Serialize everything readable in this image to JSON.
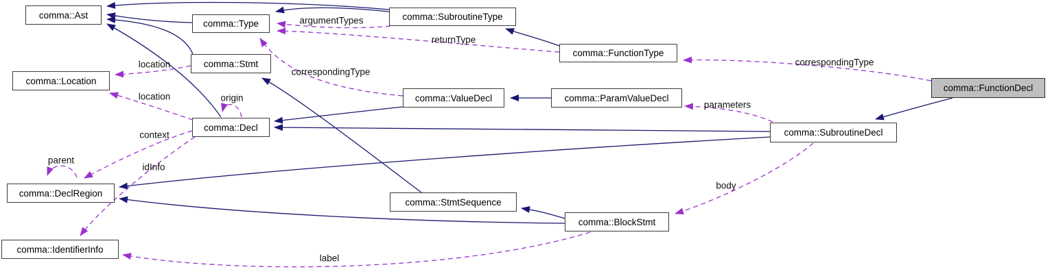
{
  "diagram": {
    "kind": "doxygen-collaboration-graph",
    "focus_node": "comma::FunctionDecl",
    "colors": {
      "inheritance_edge": "#191970",
      "usage_edge": "#9a32cd",
      "node_fill": "#ffffff",
      "focus_node_fill": "#bfbfbf",
      "node_border": "#3a3a3a",
      "text": "#000000"
    },
    "nodes": [
      {
        "id": "ast",
        "label": "comma::Ast"
      },
      {
        "id": "location",
        "label": "comma::Location"
      },
      {
        "id": "type",
        "label": "comma::Type"
      },
      {
        "id": "stmt",
        "label": "comma::Stmt"
      },
      {
        "id": "decl",
        "label": "comma::Decl"
      },
      {
        "id": "subroutine-type",
        "label": "comma::SubroutineType"
      },
      {
        "id": "function-type",
        "label": "comma::FunctionType"
      },
      {
        "id": "value-decl",
        "label": "comma::ValueDecl"
      },
      {
        "id": "param-value-decl",
        "label": "comma::ParamValueDecl"
      },
      {
        "id": "function-decl",
        "label": "comma::FunctionDecl",
        "highlighted": true
      },
      {
        "id": "subroutine-decl",
        "label": "comma::SubroutineDecl"
      },
      {
        "id": "decl-region",
        "label": "comma::DeclRegion"
      },
      {
        "id": "stmt-sequence",
        "label": "comma::StmtSequence"
      },
      {
        "id": "block-stmt",
        "label": "comma::BlockStmt"
      },
      {
        "id": "identifier-info",
        "label": "comma::IdentifierInfo"
      }
    ],
    "edges": [
      {
        "from": "comma::Type",
        "to": "comma::Ast",
        "type": "inheritance"
      },
      {
        "from": "comma::Stmt",
        "to": "comma::Ast",
        "type": "inheritance"
      },
      {
        "from": "comma::Decl",
        "to": "comma::Ast",
        "type": "inheritance"
      },
      {
        "from": "comma::SubroutineType",
        "to": "comma::Ast",
        "type": "inheritance"
      },
      {
        "from": "comma::SubroutineType",
        "to": "comma::Type",
        "type": "inheritance"
      },
      {
        "from": "comma::FunctionType",
        "to": "comma::SubroutineType",
        "type": "inheritance"
      },
      {
        "from": "comma::ParamValueDecl",
        "to": "comma::ValueDecl",
        "type": "inheritance"
      },
      {
        "from": "comma::ValueDecl",
        "to": "comma::Decl",
        "type": "inheritance"
      },
      {
        "from": "comma::SubroutineDecl",
        "to": "comma::Decl",
        "type": "inheritance"
      },
      {
        "from": "comma::SubroutineDecl",
        "to": "comma::DeclRegion",
        "type": "inheritance"
      },
      {
        "from": "comma::StmtSequence",
        "to": "comma::Stmt",
        "type": "inheritance"
      },
      {
        "from": "comma::BlockStmt",
        "to": "comma::StmtSequence",
        "type": "inheritance"
      },
      {
        "from": "comma::BlockStmt",
        "to": "comma::DeclRegion",
        "type": "inheritance"
      },
      {
        "from": "comma::FunctionDecl",
        "to": "comma::SubroutineDecl",
        "type": "inheritance"
      },
      {
        "from": "comma::Stmt",
        "to": "comma::Location",
        "type": "usage",
        "label": "location"
      },
      {
        "from": "comma::Decl",
        "to": "comma::Location",
        "type": "usage",
        "label": "location"
      },
      {
        "from": "comma::Decl",
        "to": "comma::Decl",
        "type": "usage",
        "label": "origin"
      },
      {
        "from": "comma::Decl",
        "to": "comma::DeclRegion",
        "type": "usage",
        "label": "context"
      },
      {
        "from": "comma::DeclRegion",
        "to": "comma::DeclRegion",
        "type": "usage",
        "label": "parent"
      },
      {
        "from": "comma::Decl",
        "to": "comma::IdentifierInfo",
        "type": "usage",
        "label": "idInfo"
      },
      {
        "from": "comma::ValueDecl",
        "to": "comma::Type",
        "type": "usage",
        "label": "correspondingType"
      },
      {
        "from": "comma::SubroutineType",
        "to": "comma::Type",
        "type": "usage",
        "label": "argumentTypes"
      },
      {
        "from": "comma::FunctionType",
        "to": "comma::Type",
        "type": "usage",
        "label": "returnType"
      },
      {
        "from": "comma::FunctionDecl",
        "to": "comma::FunctionType",
        "type": "usage",
        "label": "correspondingType"
      },
      {
        "from": "comma::SubroutineDecl",
        "to": "comma::ParamValueDecl",
        "type": "usage",
        "label": "parameters"
      },
      {
        "from": "comma::SubroutineDecl",
        "to": "comma::BlockStmt",
        "type": "usage",
        "label": "body"
      },
      {
        "from": "comma::BlockStmt",
        "to": "comma::IdentifierInfo",
        "type": "usage",
        "label": "label"
      }
    ]
  }
}
